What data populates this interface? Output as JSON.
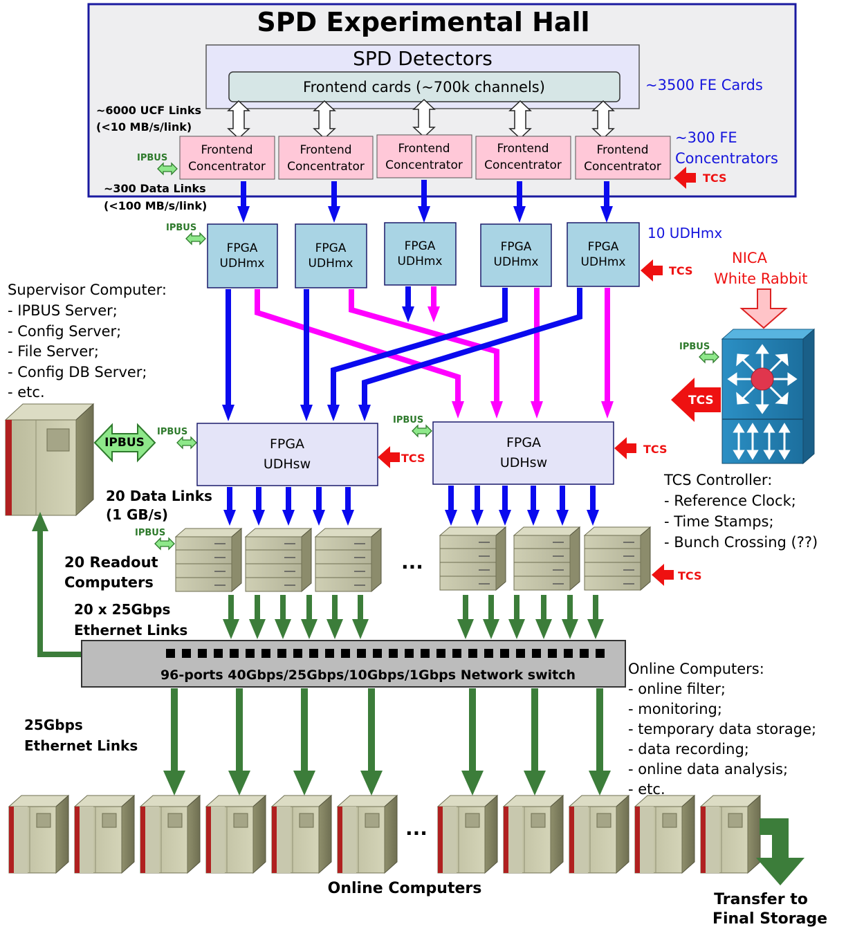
{
  "hall": {
    "title": "SPD Experimental Hall",
    "detectors_title": "SPD Detectors",
    "frontend_cards": "Frontend cards (~700k channels)",
    "fe_cards_count": "~3500 FE Cards",
    "ucf_links": "~6000 UCF Links",
    "ucf_links_rate": "(<10 MB/s/link)",
    "concentrator_line1": "Frontend",
    "concentrator_line2": "Concentrator",
    "concentrators_count_1": "~300 FE",
    "concentrators_count_2": "Concentrators",
    "data_links": "~300 Data Links",
    "data_links_rate": "(<100 MB/s/link)"
  },
  "udhmx": {
    "line1": "FPGA",
    "line2": "UDHmx",
    "count": "10 UDHmx"
  },
  "udhsw": {
    "line1": "FPGA",
    "line2": "UDHsw"
  },
  "labels": {
    "ipbus": "IPBUS",
    "ipbus_big": "IPBUS",
    "tcs": "TCS",
    "nica_1": "NICA",
    "nica_2": "White Rabbit"
  },
  "supervisor": {
    "title": "Supervisor Computer:",
    "items": [
      "- IPBUS Server;",
      "- Config Server;",
      "- File Server;",
      "- Config DB Server;",
      "- etc."
    ]
  },
  "tcs_controller": {
    "title": "TCS Controller:",
    "items": [
      "- Reference Clock;",
      "- Time Stamps;",
      "- Bunch Crossing (??)"
    ]
  },
  "readout": {
    "data_links_1": "20 Data Links",
    "data_links_2": "(1 GB/s)",
    "computers_1": "20 Readout",
    "computers_2": "Computers",
    "eth_1": "20 x 25Gbps",
    "eth_2": "Ethernet Links",
    "ellipsis": "..."
  },
  "switch": {
    "label": "96-ports 40Gbps/25Gbps/10Gbps/1Gbps Network switch"
  },
  "online": {
    "eth_1": "25Gbps",
    "eth_2": "Ethernet Links",
    "title": "Online Computers:",
    "items": [
      "- online filter;",
      "- monitoring;",
      "- temporary data storage;",
      "- data recording;",
      "- online data analysis;",
      "- etc."
    ],
    "bottom_label": "Online Computers",
    "ellipsis": "...",
    "transfer_1": "Transfer to",
    "transfer_2": "Final Storage"
  },
  "colors": {
    "hall_border": "#1a1aa0",
    "blue_arrow": "#0a0aee",
    "magenta_arrow": "#ff00ff",
    "green_arrow": "#3c7d3a",
    "tcs_red": "#ee1111",
    "label_blue": "#1515dd",
    "concentrator_fill": "#ffc8d8",
    "udhmx_fill": "#a9d4e4",
    "udhsw_fill": "#e4e4f8"
  }
}
